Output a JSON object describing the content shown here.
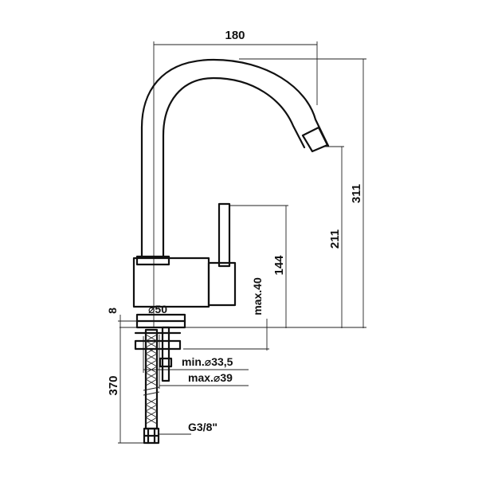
{
  "dimensions": {
    "reach": "180",
    "total_height": "311",
    "spout_height": "211",
    "lever_height": "144",
    "max_deck": "max.40",
    "body_diameter": "⌀50",
    "base_thickness": "8",
    "hose_length": "370",
    "hole_min": "min.⌀33,5",
    "hole_max": "max.⌀39",
    "connection": "G3/8\""
  },
  "colors": {
    "line": "#111111",
    "background": "#ffffff"
  }
}
